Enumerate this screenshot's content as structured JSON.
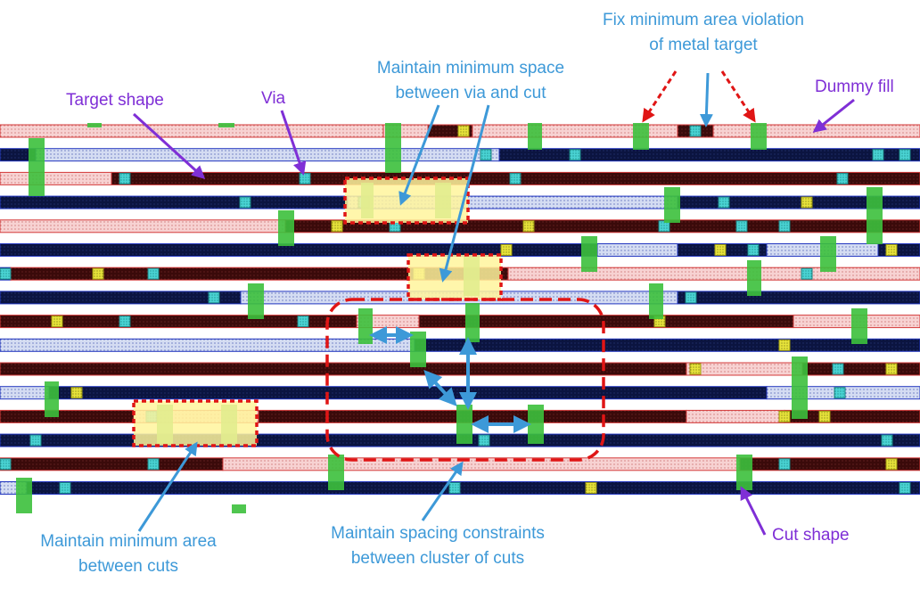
{
  "labels": {
    "target_shape": "Target shape",
    "via": "Via",
    "min_space_1": "Maintain minimum space",
    "min_space_2": "between via and cut",
    "fix_area_1": "Fix minimum area violation",
    "fix_area_2": "of metal target",
    "dummy_fill": "Dummy fill",
    "min_area_1": "Maintain minimum area",
    "min_area_2": "between cuts",
    "cluster_1": "Maintain spacing constraints",
    "cluster_2": "between cluster of cuts",
    "cut_shape": "Cut shape"
  },
  "colors": {
    "purple_text": "#7f2fd6",
    "blue_text": "#3d99d8",
    "red_dash": "#e01515",
    "cut_green": "#3cc03c",
    "via_cyan": "#4ad4d4",
    "via_yellow": "#e8e43a",
    "target_dark": "#3a0a0a",
    "target_navy": "#0b1440",
    "fill_pink": "#f7d2d2",
    "fill_blue": "#d4dcf2",
    "highlight_yellow": "#fff59c"
  }
}
